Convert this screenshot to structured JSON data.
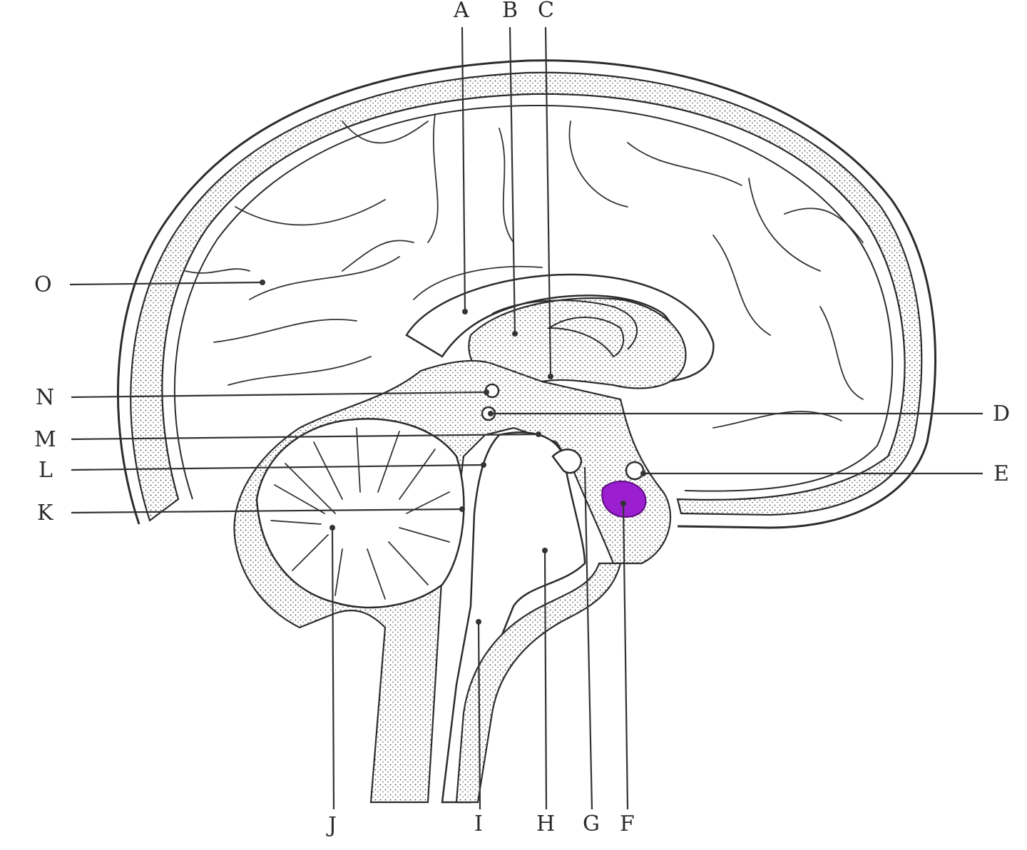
{
  "diagram": {
    "labels": [
      "A",
      "B",
      "C",
      "D",
      "E",
      "F",
      "G",
      "H",
      "I",
      "J",
      "K",
      "L",
      "M",
      "N",
      "O"
    ],
    "highlight_color": "#9b1fd0",
    "highlighted_label": "F"
  }
}
